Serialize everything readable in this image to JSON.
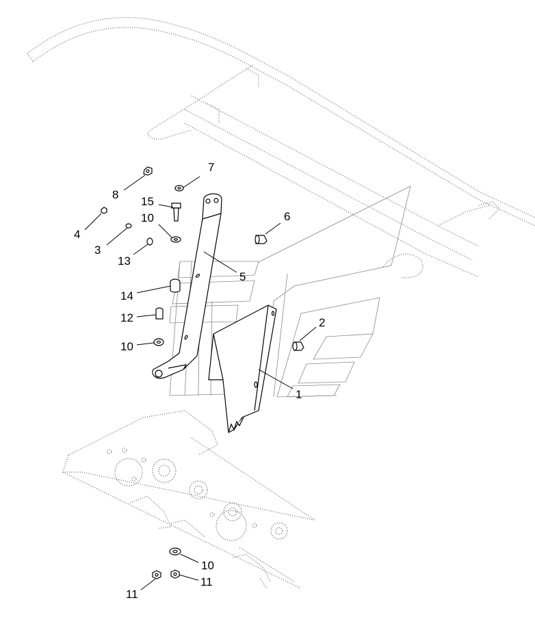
{
  "callouts": [
    {
      "id": "c1",
      "label": "1"
    },
    {
      "id": "c2",
      "label": "2"
    },
    {
      "id": "c3",
      "label": "3"
    },
    {
      "id": "c4",
      "label": "4"
    },
    {
      "id": "c5",
      "label": "5"
    },
    {
      "id": "c6",
      "label": "6"
    },
    {
      "id": "c7",
      "label": "7"
    },
    {
      "id": "c8",
      "label": "8"
    },
    {
      "id": "c10a",
      "label": "10"
    },
    {
      "id": "c10b",
      "label": "10"
    },
    {
      "id": "c10c",
      "label": "10"
    },
    {
      "id": "c11a",
      "label": "11"
    },
    {
      "id": "c11b",
      "label": "11"
    },
    {
      "id": "c12",
      "label": "12"
    },
    {
      "id": "c13",
      "label": "13"
    },
    {
      "id": "c14",
      "label": "14"
    },
    {
      "id": "c15",
      "label": "15"
    }
  ]
}
